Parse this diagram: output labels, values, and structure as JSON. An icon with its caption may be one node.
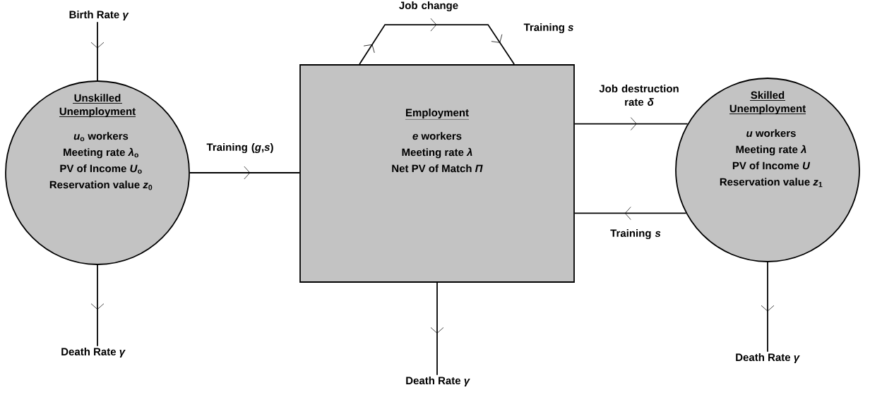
{
  "diagram": {
    "nodes": [
      {
        "text": [
          "Birth Rate *γ*"
        ]
      },
      {
        "text": [
          "Unskilled Unemployment",
          "*u*$_{o}$ workers",
          "Meeting rate *λ*$_{o}$",
          "PV of Income *U*$_{o}$",
          "Reservation value *z*$_{0}$"
        ]
      },
      {
        "text": [
          "Death Rate *γ*"
        ]
      },
      {
        "text": [
          "Employment",
          "*e* workers",
          "Meeting rate *λ*",
          "Net PV of Match *Π*"
        ]
      },
      {
        "text": [
          "Death Rate *γ*"
        ]
      },
      {
        "text": [
          "Skilled Unemployment",
          "*u* workers",
          "Meeting rate *λ*",
          "PV of Income *U*",
          "Reservation value *z*$_{1}$"
        ]
      },
      {
        "text": [
          "Death Rate *γ*"
        ]
      }
    ],
    "edges": [
      {
        "from": 0,
        "to": 1,
        "arrow": "to"
      },
      {
        "from": 1,
        "to": 2,
        "arrow": "to"
      },
      {
        "from": 1,
        "to": 3,
        "arrow": "to",
        "label": "Training (*g*,*s*)"
      },
      {
        "from": 3,
        "to": 3,
        "arrow": "to",
        "label": "Job change"
      },
      {
        "from": 3,
        "to": 4,
        "arrow": "to"
      },
      {
        "from": 3,
        "to": 5,
        "arrow": "to",
        "label": "Job destruction rate *δ*"
      },
      {
        "from": 5,
        "to": 3,
        "arrow": "to",
        "label": "Training *s*"
      },
      {
        "from": 5,
        "to": 6,
        "arrow": "to"
      }
    ],
    "labels": [
      "Training *s*"
    ]
  }
}
